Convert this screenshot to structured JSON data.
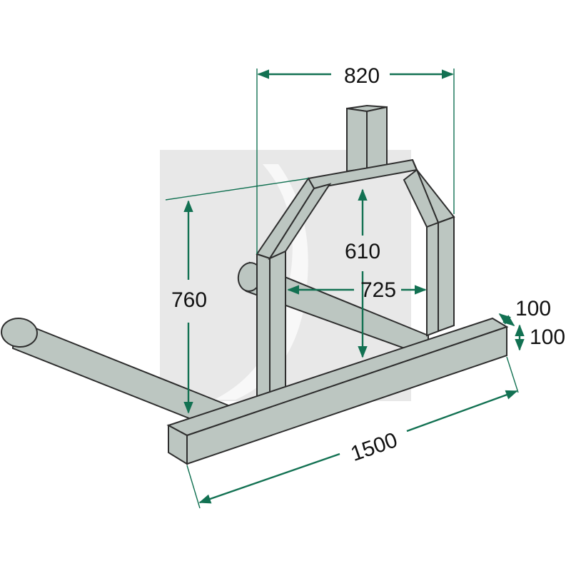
{
  "dimensions": {
    "width_top": "820",
    "arch_height": "610",
    "total_height": "760",
    "inner_width": "725",
    "beam_depth": "100",
    "beam_height": "100",
    "beam_length": "1500"
  },
  "colors": {
    "steel_fill": "#bcc6c1",
    "steel_edge": "#2e2e2e",
    "dimension_line": "#127152",
    "watermark": "#c8c8c8"
  }
}
